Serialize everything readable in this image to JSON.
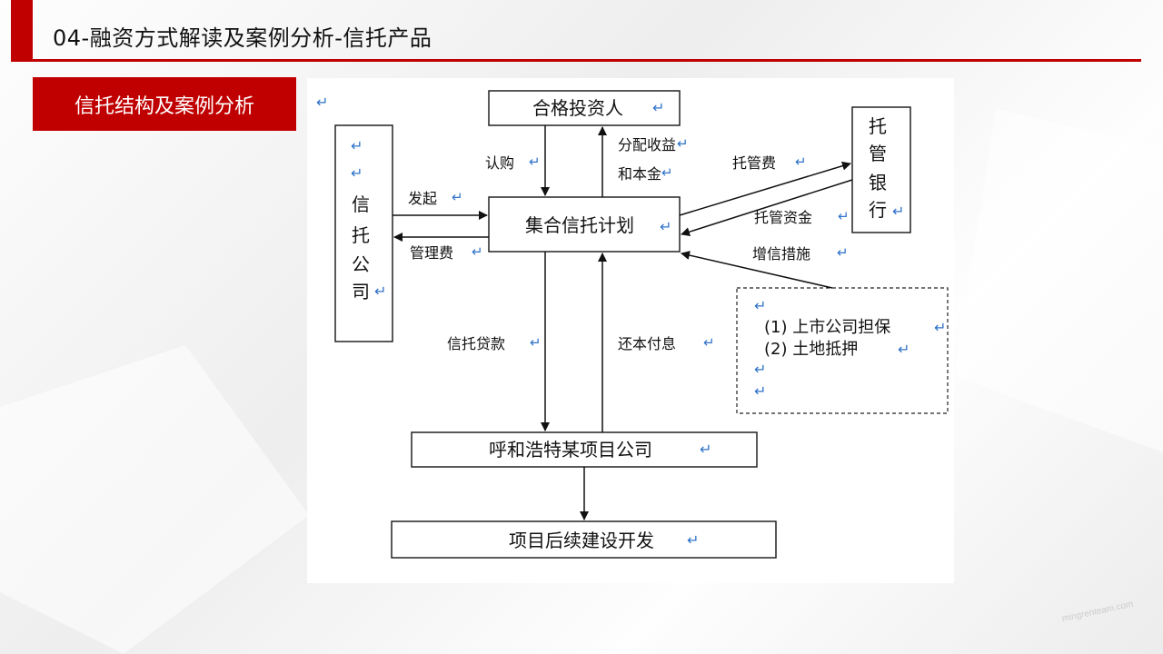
{
  "header": {
    "title": "04-融资方式解读及案例分析-信托产品"
  },
  "badge": {
    "label": "信托结构及案例分析"
  },
  "diagram": {
    "return_mark": "↵",
    "nodes": {
      "investor": "合格投资人",
      "trust_company": "信托公司",
      "trust_company_chars": [
        "信",
        "托",
        "公",
        "司"
      ],
      "custodian_chars": [
        "托",
        "管",
        "银",
        "行"
      ],
      "trust_plan": "集合信托计划",
      "project_company": "呼和浩特某项目公司",
      "development": "项目后续建设开发"
    },
    "labels": {
      "subscribe": "认购",
      "distribute_line1": "分配收益",
      "distribute_line2": "和本金",
      "initiate": "发起",
      "mgmt_fee": "管理费",
      "custody_fee": "托管费",
      "custody_funds": "托管资金",
      "credit_enhancement": "增信措施",
      "trust_loan": "信托贷款",
      "repayment": "还本付息"
    },
    "enhancement_items": [
      "(1) 上市公司担保",
      "(2)  土地抵押"
    ]
  },
  "watermark": "mingrenteam.com"
}
